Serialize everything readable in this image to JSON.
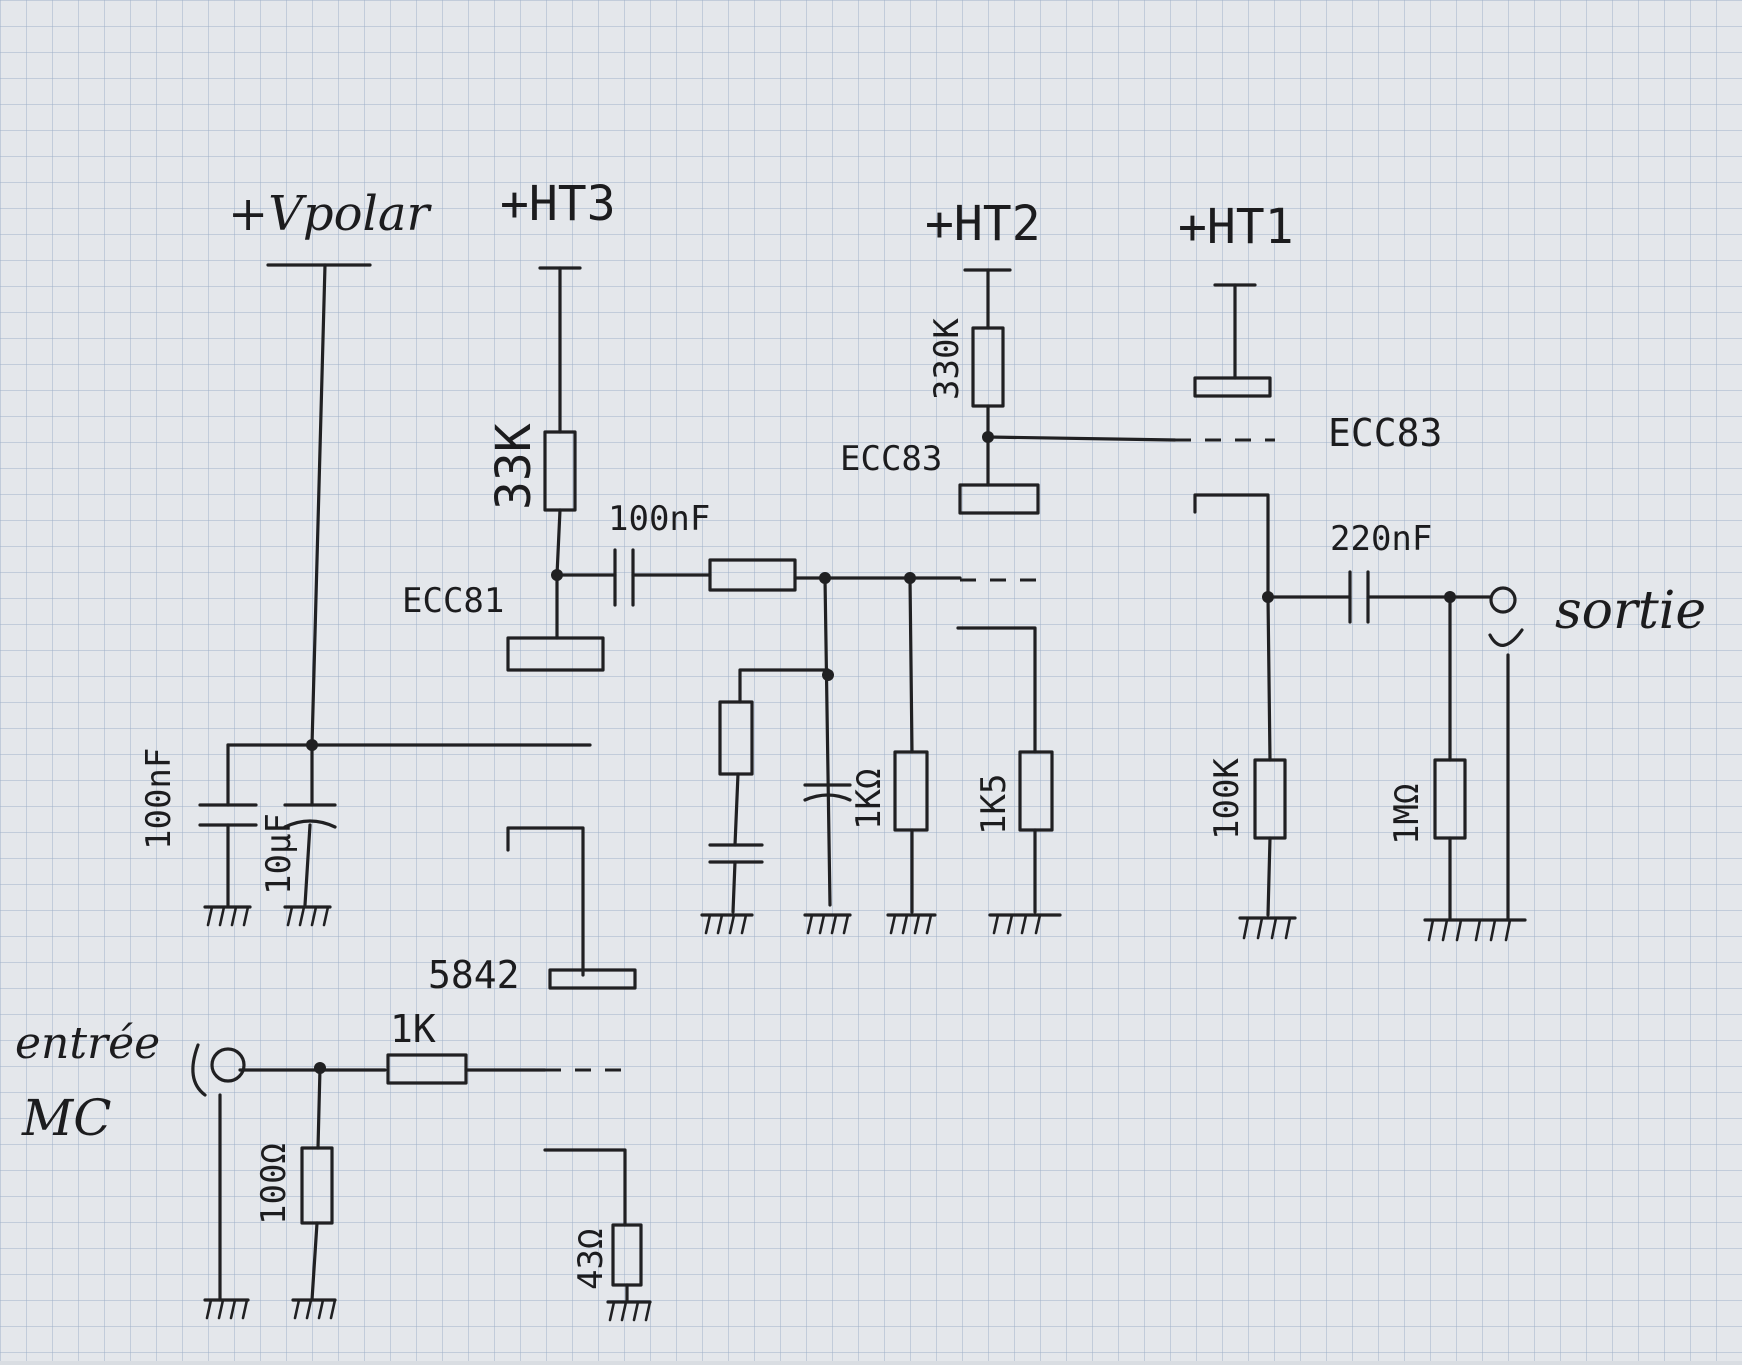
{
  "rails": {
    "vpolar": "+Vpolar",
    "ht3": "+HT3",
    "ht2": "+HT2",
    "ht1": "+HT1"
  },
  "components": {
    "r_33k": "33K",
    "c_100nf_a": "100nF",
    "ecc81": "ECC81",
    "r_330k": "330K",
    "ecc83_left": "ECC83",
    "ecc83_right": "ECC83",
    "c_220nf": "220nF",
    "c_100nf_b": "100nF",
    "c_10uf": "10µF",
    "r_1k_grid": "1KΩ",
    "r_1k5": "1K5",
    "r_100k": "100K",
    "r_1m": "1MΩ",
    "tube_5842": "5842",
    "r_1k_in": "1K",
    "r_100_in": "100Ω",
    "r_43": "43Ω"
  },
  "io": {
    "input_line1": "entrée",
    "input_line2": "MC",
    "output": "sortie"
  }
}
